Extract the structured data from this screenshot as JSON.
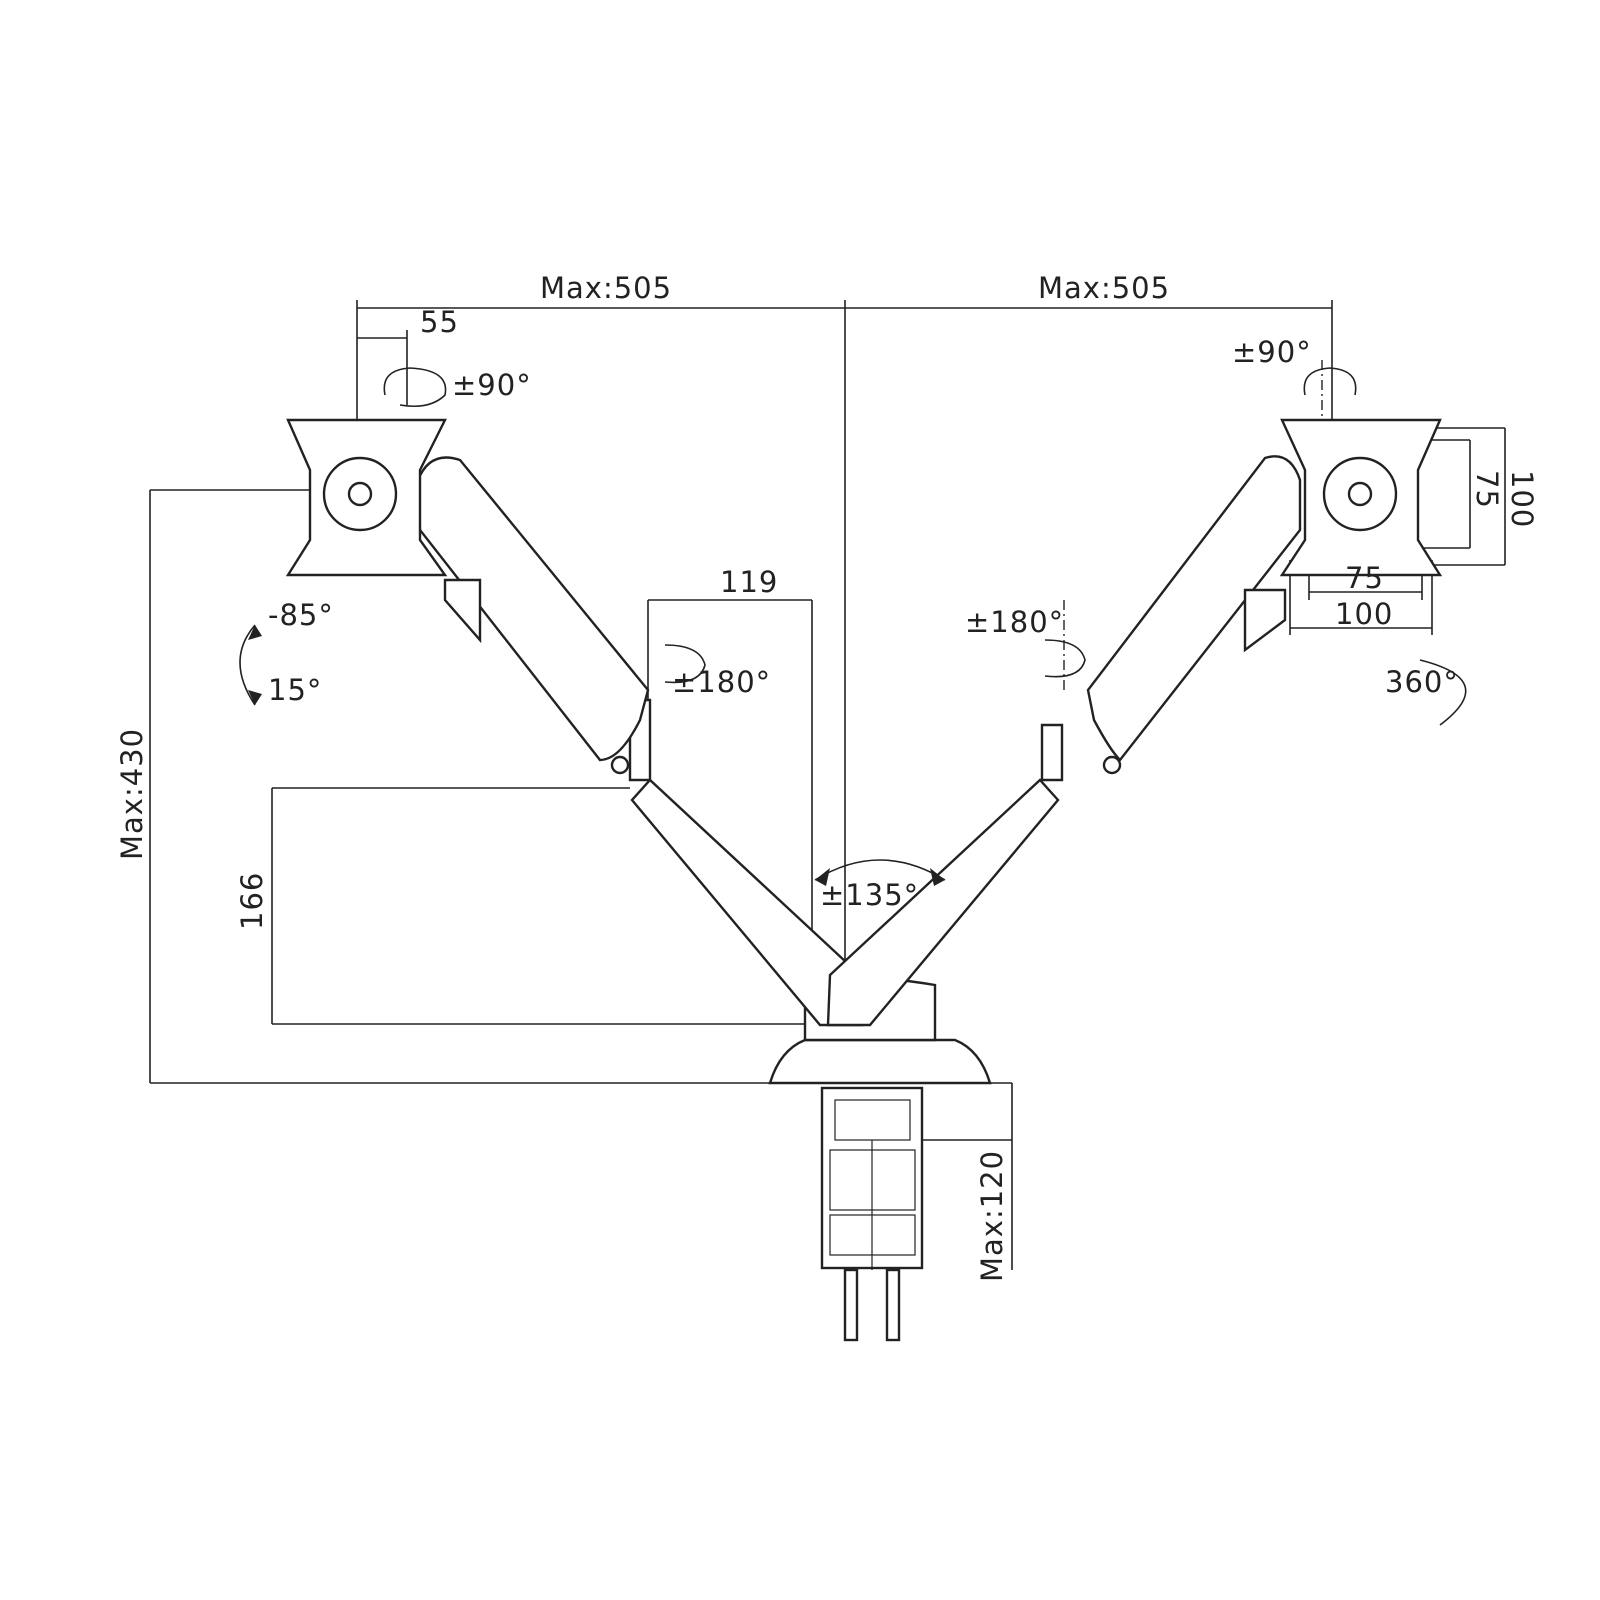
{
  "dimensions": {
    "left_reach": "Max:505",
    "right_reach": "Max:505",
    "offset": "55",
    "pole_offset": "119",
    "max_height": "Max:430",
    "arm_height": "166",
    "clamp_thickness": "Max:120",
    "vesa_inner_vertical": "75",
    "vesa_outer_vertical": "100",
    "vesa_inner_horizontal": "75",
    "vesa_outer_horizontal": "100"
  },
  "rotations": {
    "left_rotate": "±90°",
    "right_rotate": "±90°",
    "tilt_up": "-85°",
    "tilt_down": "15°",
    "left_swivel": "±180°",
    "right_swivel": "±180°",
    "base_swivel": "±135°",
    "full_rotation": "360°"
  }
}
